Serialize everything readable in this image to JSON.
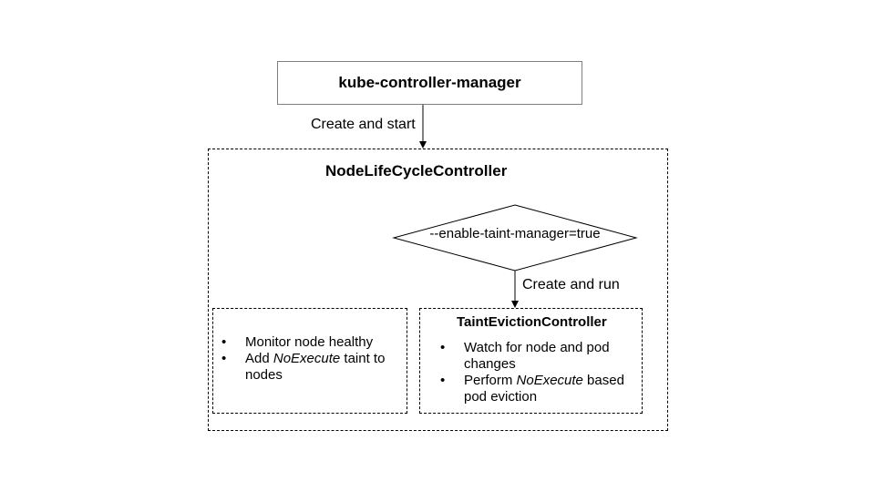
{
  "kube_controller_manager": {
    "label": "kube-controller-manager"
  },
  "edges": {
    "create_and_start": "Create and start",
    "create_and_run": "Create and run"
  },
  "node_lifecycle_controller": {
    "title": "NodeLifeCycleController",
    "condition": "--enable-taint-manager=true"
  },
  "left_box": {
    "items": [
      {
        "plain": "Monitor node healthy"
      },
      {
        "pre": "Add ",
        "italic": "NoExecute",
        "post": " taint to nodes"
      }
    ]
  },
  "taint_eviction_controller": {
    "title": "TaintEvictionController",
    "items": [
      {
        "plain": "Watch for node and pod changes"
      },
      {
        "pre": "Perform ",
        "italic": "NoExecute",
        "post": " based pod eviction"
      }
    ]
  },
  "bullet_glyph": "•"
}
